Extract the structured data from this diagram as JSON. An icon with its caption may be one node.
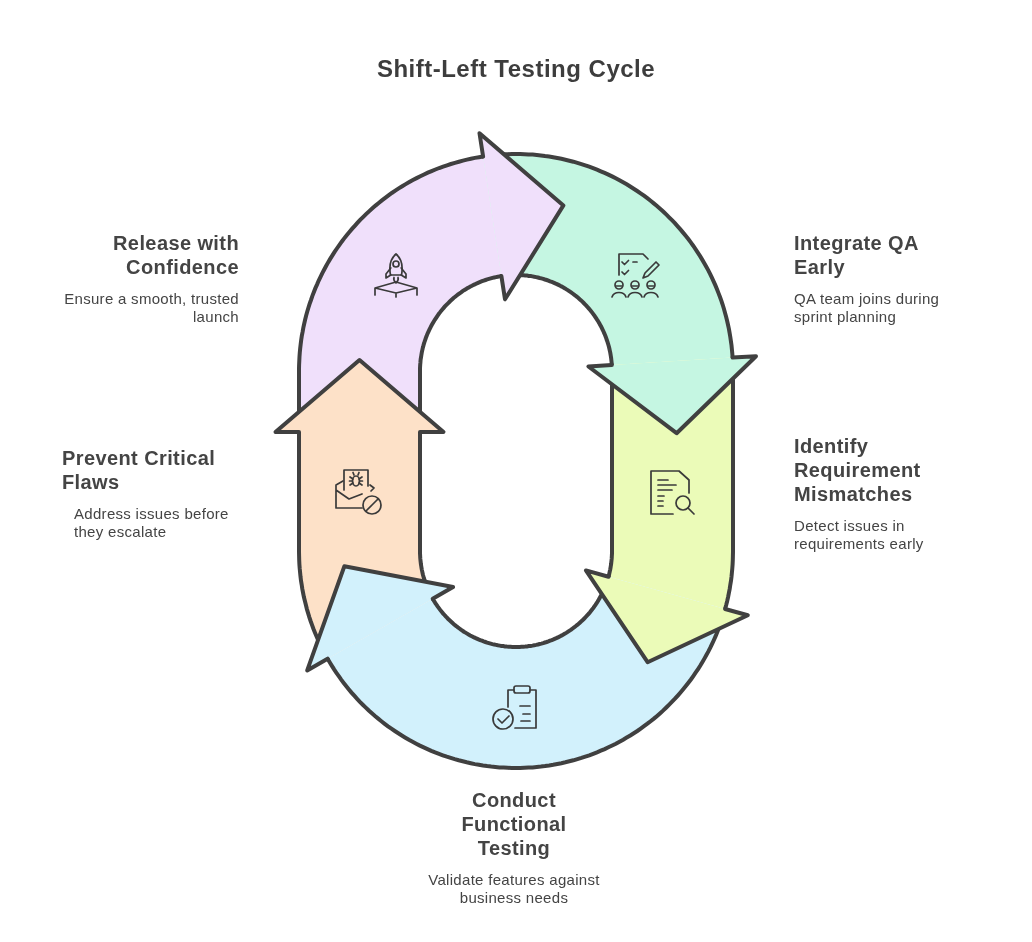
{
  "diagram": {
    "title": "Shift-Left Testing Cycle",
    "nodes": [
      {
        "text": [
          "Release with Confidence",
          "Ensure a smooth, trusted launch"
        ]
      },
      {
        "text": [
          "Integrate QA Early",
          "QA team joins during sprint planning"
        ]
      },
      {
        "text": [
          "Prevent Critical Flaws",
          "Address issues before they escalate"
        ]
      },
      {
        "text": [
          "Identify Requirement Mismatches",
          "Detect issues in requirements early"
        ]
      },
      {
        "text": [
          "Conduct Functional Testing",
          "Validate features against business needs"
        ]
      }
    ]
  }
}
